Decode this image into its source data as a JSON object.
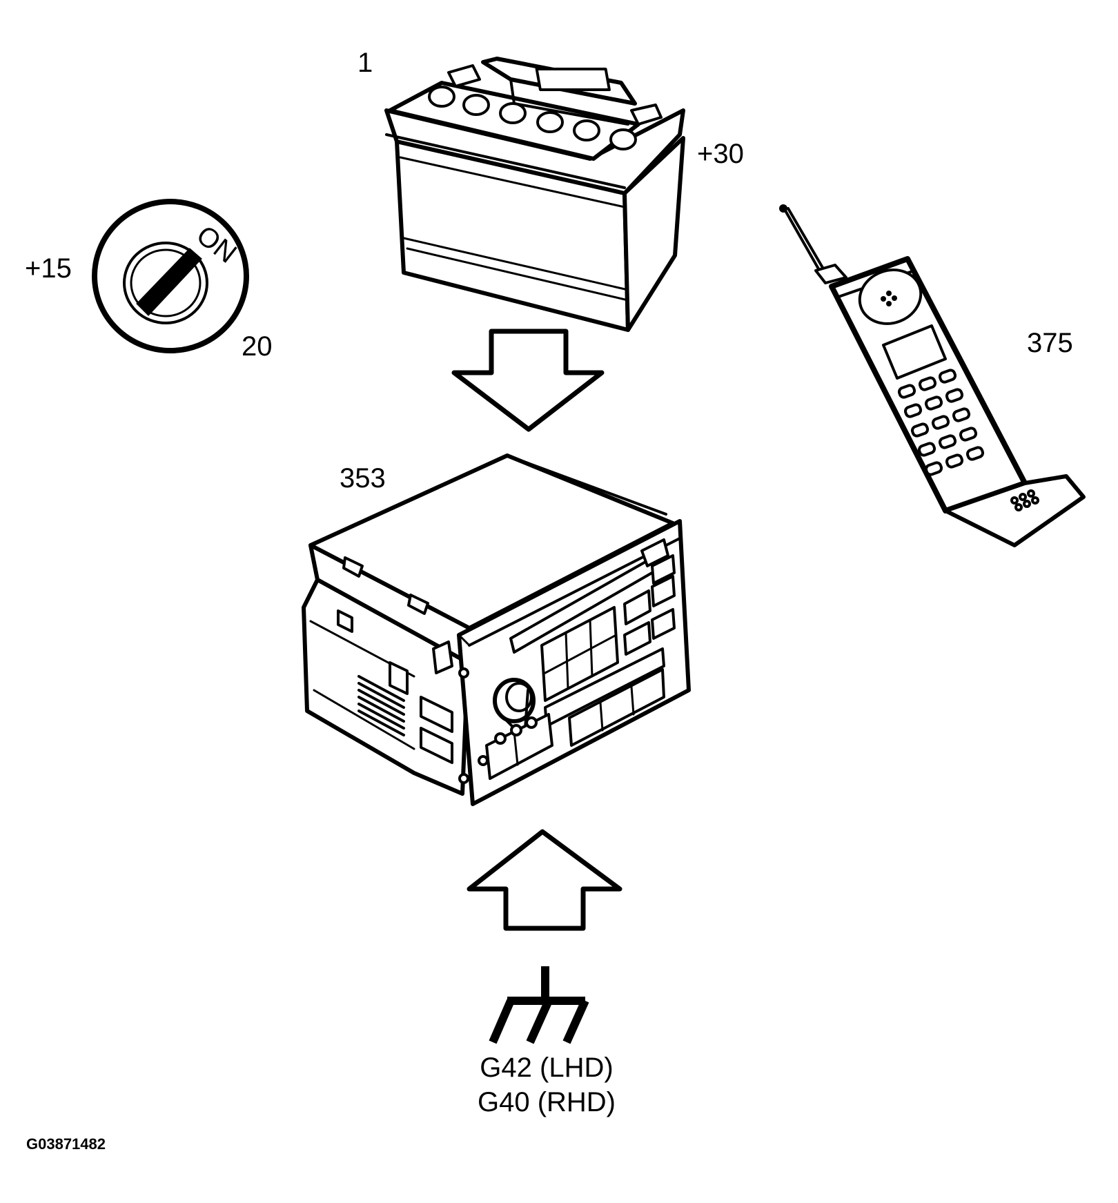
{
  "labels": {
    "battery_ref": "1",
    "battery_terminal": "+30",
    "ignition_terminal": "+15",
    "ignition_ref": "20",
    "ignition_on_text": "ON",
    "unit_ref": "353",
    "phone_ref": "375",
    "ground_lhd": "G42 (LHD)",
    "ground_rhd": "G40 (RHD)",
    "figure_code": "G03871482"
  }
}
